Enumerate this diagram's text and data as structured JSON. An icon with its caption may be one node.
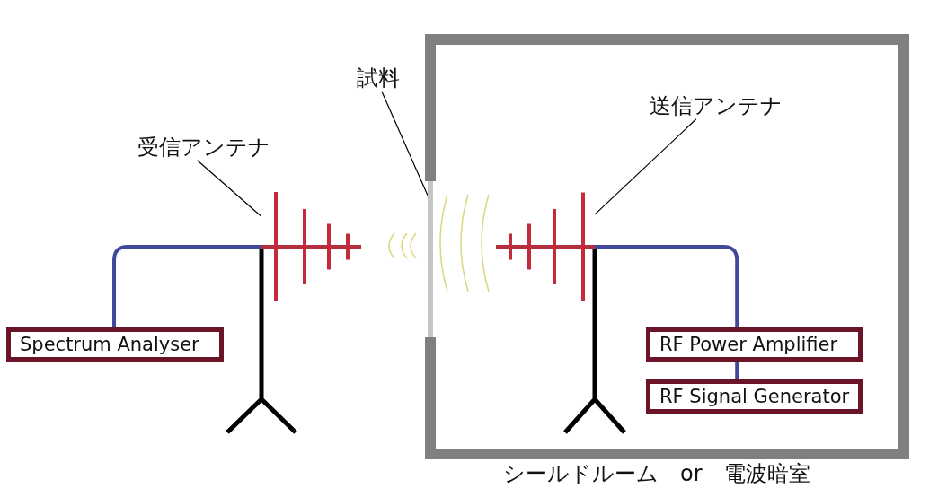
{
  "diagram": {
    "nodes": [
      {
        "text": [
          "受信アンテナ"
        ]
      },
      {
        "text": [],
        "shape": "picture"
      },
      {
        "text": [
          "Spectrum Analyser"
        ]
      },
      {
        "text": [
          "試料"
        ]
      },
      {
        "text": [
          "シールドルーム　or　電波暗室"
        ]
      },
      {
        "text": [],
        "shape": "bar",
        "in": 4
      },
      {
        "text": [
          "送信アンテナ"
        ],
        "in": 4
      },
      {
        "text": [],
        "shape": "picture",
        "in": 4
      },
      {
        "text": [
          "RF Power Amplifier"
        ],
        "in": 4
      },
      {
        "text": [
          "RF Signal Generator"
        ],
        "in": 4
      }
    ],
    "edges": [
      {
        "from": 0,
        "to": 1,
        "arrow": "none"
      },
      {
        "from": 1,
        "to": 2,
        "arrow": "none",
        "style": "thick",
        "color": "#3f4899"
      },
      {
        "from": 3,
        "to": 5,
        "arrow": "none"
      },
      {
        "from": 6,
        "to": 7,
        "arrow": "none"
      },
      {
        "from": 7,
        "to": 8,
        "arrow": "none",
        "style": "thick",
        "color": "#3f4899"
      },
      {
        "from": 8,
        "to": 9,
        "arrow": "none",
        "style": "thick",
        "color": "#3f4899"
      }
    ]
  }
}
